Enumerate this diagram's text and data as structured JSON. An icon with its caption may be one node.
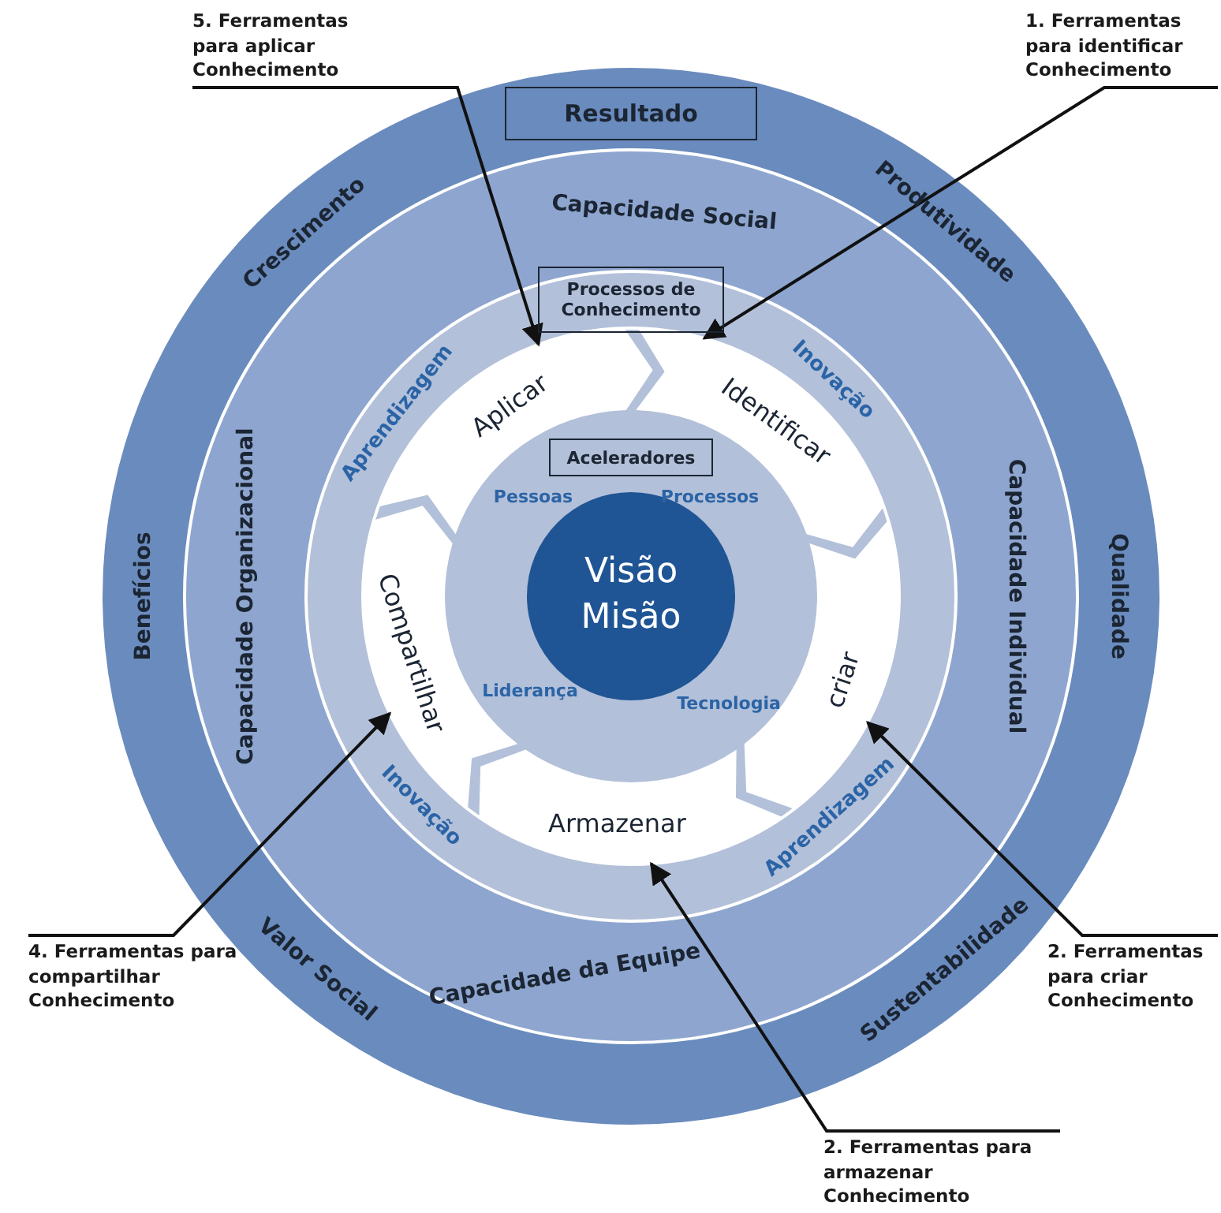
{
  "diagram": {
    "nodes": [
      {
        "text": [
          "5. Ferramentas para aplicar Conhecimento"
        ]
      },
      {
        "text": [
          "1. Ferramentas para identificar Conhecimento"
        ]
      },
      {
        "text": [
          "Resultado"
        ]
      },
      {
        "text": [
          "Processos de Conhecimento"
        ]
      },
      {
        "text": [
          "Aplicar"
        ]
      },
      {
        "text": [
          "Identificar"
        ]
      },
      {
        "text": [
          "Aceleradores"
        ]
      },
      {
        "text": [
          "Visão Misão"
        ]
      },
      {
        "text": [
          "Compartilhar"
        ]
      },
      {
        "text": [
          "criar"
        ]
      },
      {
        "text": [
          "Armazenar"
        ]
      },
      {
        "text": [
          "4. Ferramentas para compartilhar Conhecimento"
        ]
      },
      {
        "text": [
          "2. Ferramentas para criar Conhecimento"
        ]
      },
      {
        "text": [
          "2. Ferramentas para armazenar Conhecimento"
        ]
      }
    ],
    "edges": [
      {
        "from": 0,
        "to": 4,
        "arrow": "to"
      },
      {
        "from": 1,
        "to": 5,
        "arrow": "to"
      },
      {
        "from": 12,
        "to": 9,
        "arrow": "to"
      },
      {
        "from": 13,
        "to": 10,
        "arrow": "to"
      },
      {
        "from": 11,
        "to": 8,
        "arrow": "to"
      }
    ],
    "labels": [
      "Crescimento",
      "Capacidade Social",
      "Produtividade",
      "Aprendizagem",
      "Inovação",
      "Benefícios",
      "Capacidade Organizacional",
      "Pessoas",
      "Processos",
      "Capacidade Individual",
      "Qualidade",
      "Liderança",
      "Tecnologia",
      "Inovação",
      "Aprendizagem",
      "Valor Social",
      "Capacidade da Equipe",
      "Sustentabilidade"
    ]
  }
}
